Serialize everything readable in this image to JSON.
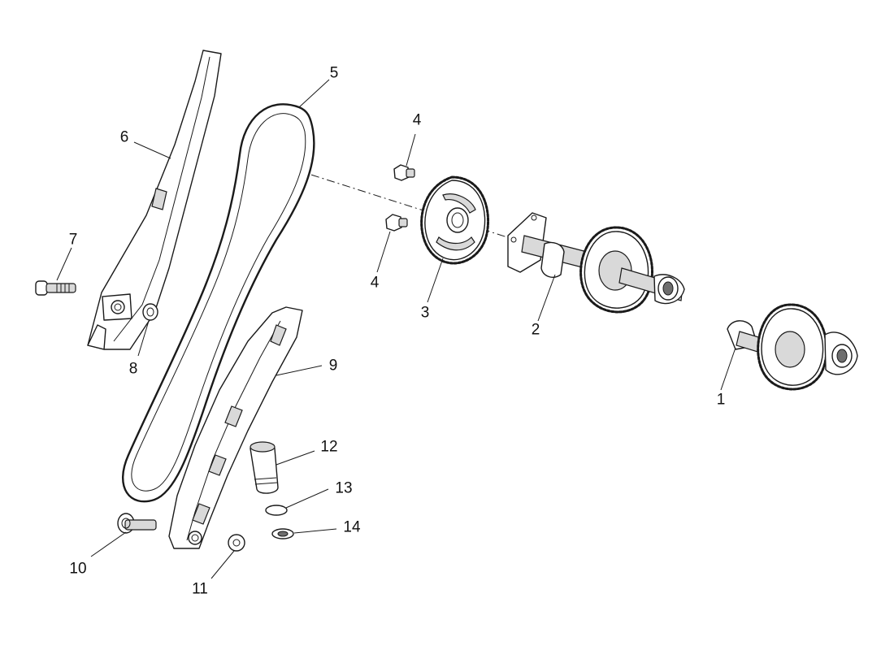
{
  "diagram": {
    "callouts": [
      {
        "id": "callout-1",
        "label": "1"
      },
      {
        "id": "callout-2",
        "label": "2"
      },
      {
        "id": "callout-3",
        "label": "3"
      },
      {
        "id": "callout-4-top",
        "label": "4"
      },
      {
        "id": "callout-4-bottom",
        "label": "4"
      },
      {
        "id": "callout-5",
        "label": "5"
      },
      {
        "id": "callout-6",
        "label": "6"
      },
      {
        "id": "callout-7",
        "label": "7"
      },
      {
        "id": "callout-8",
        "label": "8"
      },
      {
        "id": "callout-9",
        "label": "9"
      },
      {
        "id": "callout-10",
        "label": "10"
      },
      {
        "id": "callout-11",
        "label": "11"
      },
      {
        "id": "callout-12",
        "label": "12"
      },
      {
        "id": "callout-13",
        "label": "13"
      },
      {
        "id": "callout-14",
        "label": "14"
      }
    ]
  }
}
